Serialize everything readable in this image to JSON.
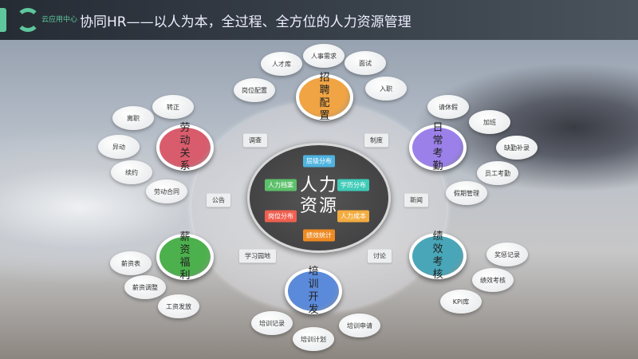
{
  "header": {
    "logo_text": "云应用中心",
    "title": "协同HR——以人为本，全过程、全方位的人力资源管理"
  },
  "center": {
    "label": "人力资源",
    "tags": [
      {
        "label": "层级分布",
        "color": "#4fb3e0"
      },
      {
        "label": "人力档案",
        "color": "#5cc06a"
      },
      {
        "label": "学历分布",
        "color": "#3fcbb8"
      },
      {
        "label": "岗位分布",
        "color": "#ef5f50"
      },
      {
        "label": "人力成本",
        "color": "#f3ac40"
      },
      {
        "label": "绩效统计",
        "color": "#ee8a22"
      }
    ]
  },
  "ring_tags": [
    "调查",
    "制度",
    "公告",
    "新闻",
    "学习园地",
    "讨论"
  ],
  "hubs": [
    {
      "label": "招聘配置",
      "color": "#f0a444",
      "items": [
        "人才库",
        "人事需求",
        "面试",
        "岗位配置",
        "入职"
      ]
    },
    {
      "label": "日常考勤",
      "color": "#9b80ea",
      "items": [
        "请休假",
        "加班",
        "缺勤补录",
        "员工考勤",
        "假期管理"
      ]
    },
    {
      "label": "绩效考核",
      "color": "#48a6b8",
      "items": [
        "奖惩记录",
        "绩效考核",
        "KPI库"
      ]
    },
    {
      "label": "培训开发",
      "color": "#5b8ada",
      "items": [
        "培训记录",
        "培训计划",
        "培训申请"
      ]
    },
    {
      "label": "薪资福利",
      "color": "#4cb04c",
      "items": [
        "薪资表",
        "薪资调整",
        "工资发放"
      ]
    },
    {
      "label": "劳动关系",
      "color": "#d95c6c",
      "items": [
        "离职",
        "转正",
        "异动",
        "续约",
        "劳动合同"
      ]
    }
  ]
}
